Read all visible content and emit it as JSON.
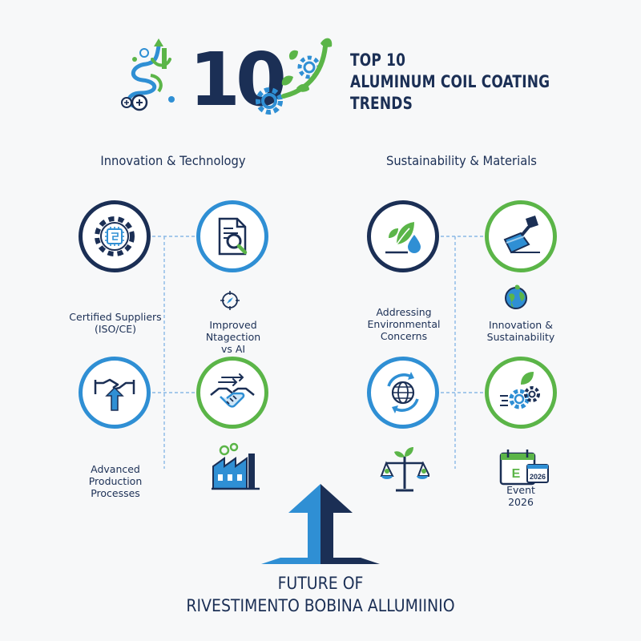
{
  "header": {
    "number": "10",
    "title_lines": [
      "TOP 10",
      "ALUMINUM COIL COATING",
      "TRENDS"
    ]
  },
  "sections": {
    "left_title": "Innovation & Technology",
    "right_title": "Sustainability & Materials"
  },
  "left_items": {
    "certified": [
      "Certified Suppliers",
      "(ISO/CE)"
    ],
    "improved": [
      "Improved",
      "Ntagection",
      "vs AI"
    ],
    "advanced": [
      "Advanced",
      "Production",
      "Processes"
    ]
  },
  "right_items": {
    "addressing": [
      "Addressing",
      "Environmental",
      "Concerns"
    ],
    "innovation": [
      "Innovation &",
      "Sustainability"
    ],
    "event": [
      "Event",
      "2026"
    ],
    "calendar_letter": "E",
    "calendar_year": "2026"
  },
  "footer": {
    "line1": "FUTURE OF",
    "line2": "RIVESTIMENTO BOBINA ALLUMIINIO"
  },
  "colors": {
    "navy": "#1b2f55",
    "blue": "#2f8fd4",
    "green": "#5bb548"
  },
  "icons": [
    "growth-arrow-icon",
    "gear-cluster-icon",
    "chip-gear-icon",
    "document-search-icon",
    "compass-icon",
    "handshake-arrow-icon",
    "handshake-icon",
    "factory-icon",
    "leaf-drop-icon",
    "paint-scraper-icon",
    "globe-leaf-icon",
    "globe-recycle-icon",
    "gear-leaf-icon",
    "balance-scale-icon",
    "calendar-icon",
    "up-arrow-icon"
  ]
}
